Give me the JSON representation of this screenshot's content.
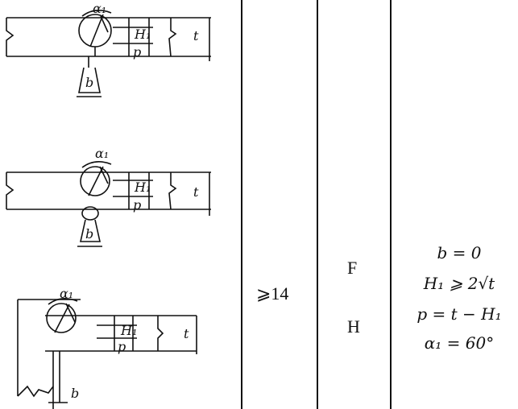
{
  "table": {
    "thickness": "⩾14",
    "positions": [
      "F",
      "H"
    ],
    "formulas": [
      "b = 0",
      "H₁ ⩾ 2√t",
      "p = t − H₁",
      "α₁ = 60°"
    ]
  },
  "diagram_labels": {
    "angle": "α₁",
    "gap": "b",
    "root_face": "p",
    "groove_depth": "H₁",
    "thickness": "t"
  }
}
